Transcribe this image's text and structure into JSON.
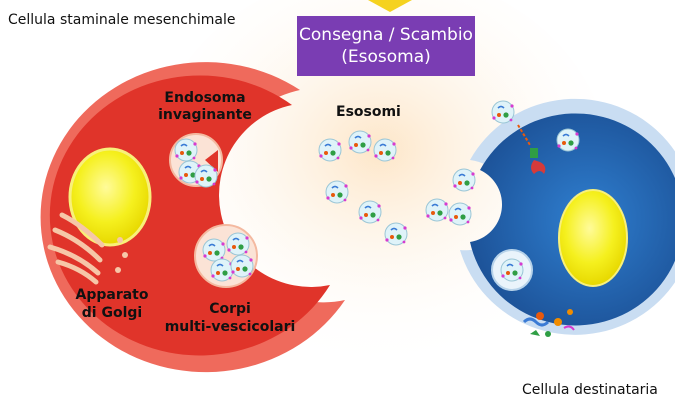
{
  "labels": {
    "source_cell": "Cellula staminale mesenchimale",
    "title_line1": "Consegna / Scambio",
    "title_line2": "(Esosoma)",
    "endosome_line1": "Endosoma",
    "endosome_line2": "invaginante",
    "exosomes": "Esosomi",
    "golgi_line1": "Apparato",
    "golgi_line2": "di Golgi",
    "mvb_line1": "Corpi",
    "mvb_line2": "multi-vescicolari",
    "target_cell": "Cellula destinataria"
  },
  "colors": {
    "source_cell_outer": "#ef6a5c",
    "source_cell_inner": "#e0342a",
    "nucleus": "#f5f01e",
    "target_cell_outer": "#c9ddf2",
    "target_cell_inner": "#1f5ea8",
    "title_box": "#7a3db3",
    "vesicle": "#dff3f9",
    "background_glow": "#fde6c8"
  },
  "icons": [
    "exosome-vesicle-icon",
    "receptor-icon",
    "golgi-icon"
  ]
}
